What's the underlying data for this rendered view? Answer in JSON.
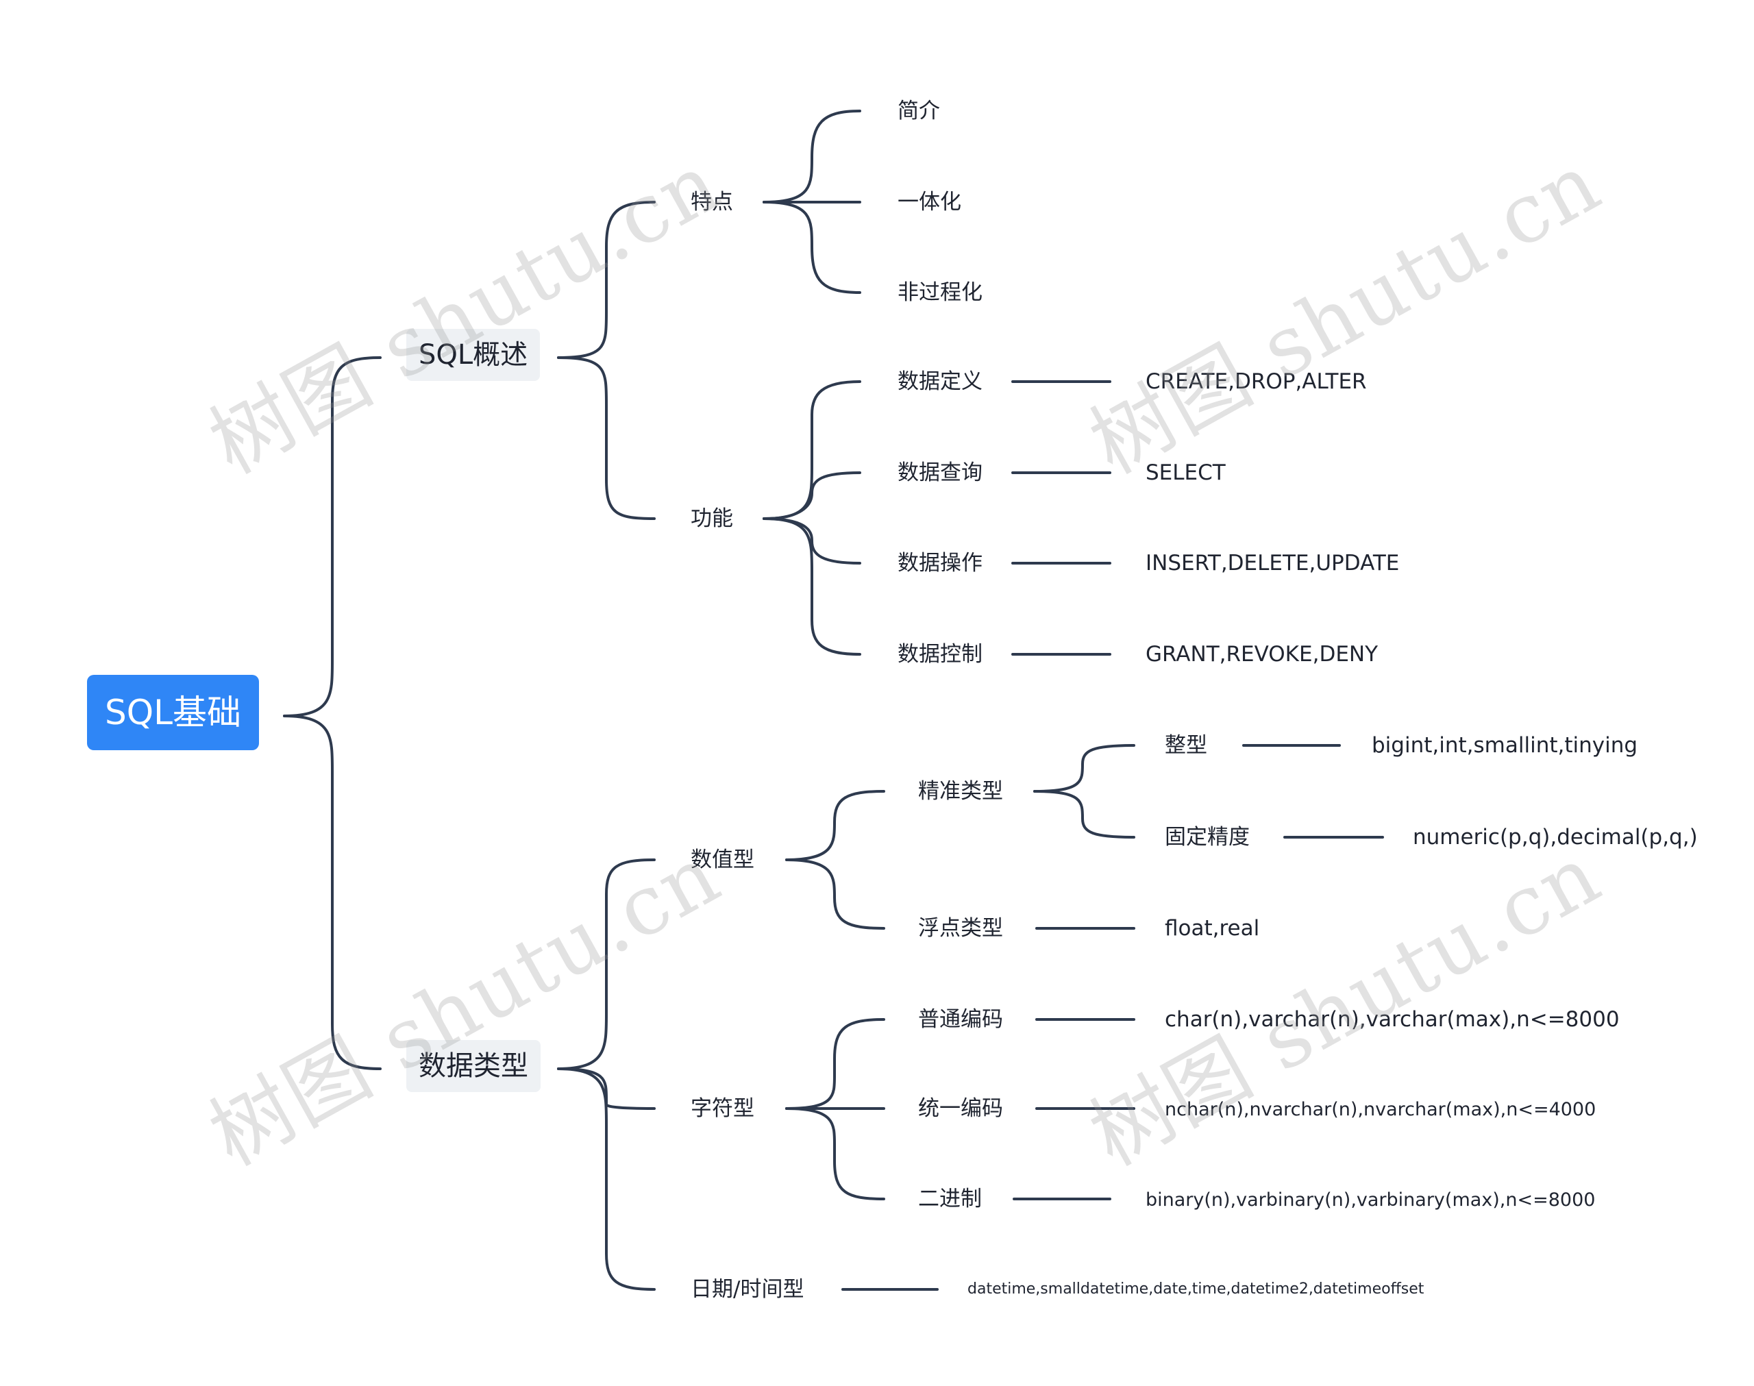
{
  "root": "SQL基础",
  "overview": {
    "label": "SQL概述",
    "features": {
      "label": "特点",
      "items": [
        "简介",
        "一体化",
        "非过程化"
      ]
    },
    "functions": {
      "label": "功能",
      "items": [
        {
          "label": "数据定义",
          "value": "CREATE,DROP,ALTER"
        },
        {
          "label": "数据查询",
          "value": "SELECT"
        },
        {
          "label": "数据操作",
          "value": "INSERT,DELETE,UPDATE"
        },
        {
          "label": "数据控制",
          "value": "GRANT,REVOKE,DENY"
        }
      ]
    }
  },
  "datatypes": {
    "label": "数据类型",
    "numeric": {
      "label": "数值型",
      "exact": {
        "label": "精准类型",
        "items": [
          {
            "label": "整型",
            "value": "bigint,int,smallint,tinying"
          },
          {
            "label": "固定精度",
            "value": "numeric(p,q),decimal(p,q,)"
          }
        ]
      },
      "float": {
        "label": "浮点类型",
        "value": "float,real"
      }
    },
    "character": {
      "label": "字符型",
      "items": [
        {
          "label": "普通编码",
          "value": "char(n),varchar(n),varchar(max),n<=8000"
        },
        {
          "label": "统一编码",
          "value": "nchar(n),nvarchar(n),nvarchar(max),n<=4000"
        },
        {
          "label": "二进制",
          "value": "binary(n),varbinary(n),varbinary(max),n<=8000"
        }
      ]
    },
    "datetime": {
      "label": "日期/时间型",
      "value": "datetime,smalldatetime,date,time,datetime2,datetimeoffset"
    }
  },
  "watermark": "树图 shutu.cn",
  "colors": {
    "root": "#2f86f6",
    "line": "#2e3a4e",
    "main_bg": "#eef1f4"
  }
}
